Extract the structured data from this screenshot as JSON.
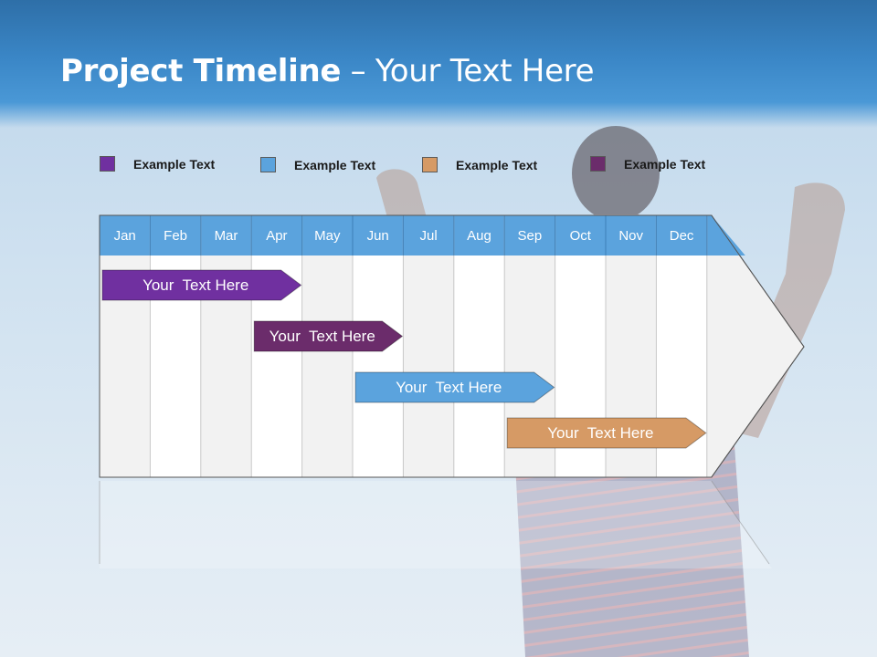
{
  "header": {
    "title_bold": "Project Timeline",
    "title_rest": " – Your Text Here"
  },
  "legend": [
    {
      "label": "Example Text",
      "color": "#7030a0"
    },
    {
      "label": "Example Text",
      "color": "#5ba3dd"
    },
    {
      "label": "Example Text",
      "color": "#d69a65"
    },
    {
      "label": "Example Text",
      "color": "#6b2c6b"
    }
  ],
  "timeline": {
    "months": [
      "Jan",
      "Feb",
      "Mar",
      "Apr",
      "May",
      "Jun",
      "Jul",
      "Aug",
      "Sep",
      "Oct",
      "Nov",
      "Dec"
    ],
    "header_color": "#5ba3dd",
    "tasks": [
      {
        "label": "Your  Text Here",
        "color": "#7030a0",
        "start_month": "Jan",
        "end_month": "Apr"
      },
      {
        "label": "Your  Text Here",
        "color": "#6b2c6b",
        "start_month": "Apr",
        "end_month": "Jun"
      },
      {
        "label": "Your  Text Here",
        "color": "#5ba3dd",
        "start_month": "Jun",
        "end_month": "Sep"
      },
      {
        "label": "Your  Text Here",
        "color": "#d69a65",
        "start_month": "Sep",
        "end_month": "Dec"
      }
    ]
  }
}
